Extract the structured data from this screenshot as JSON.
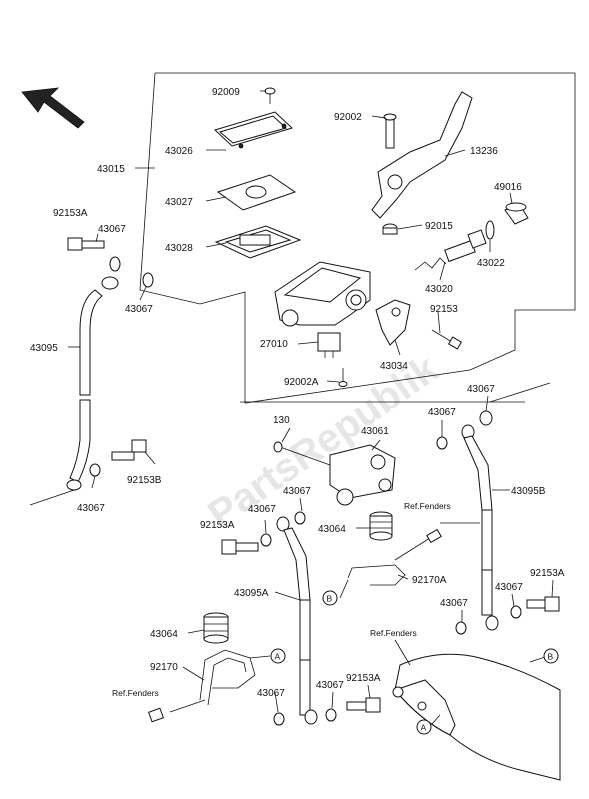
{
  "watermark": "PartsRepublik",
  "labels": {
    "p92009": "92009",
    "p92002": "92002",
    "p43026": "43026",
    "p13236": "13236",
    "p43015": "43015",
    "p43027": "43027",
    "p49016": "49016",
    "p92015": "92015",
    "p43028": "43028",
    "p43022": "43022",
    "p92153A_top": "92153A",
    "p43067_a": "43067",
    "p43020": "43020",
    "p43067_b": "43067",
    "p92153": "92153",
    "p43095": "43095",
    "p27010": "27010",
    "p43034": "43034",
    "p92002A": "92002A",
    "p43067_c": "43067",
    "p130": "130",
    "p43061": "43061",
    "p43067_d": "43067",
    "p43067_e": "43067",
    "p92153B": "92153B",
    "p43095B": "43095B",
    "p43067_f": "43067",
    "p43067_g": "43067",
    "p92153A_mid": "92153A",
    "p43064_a": "43064",
    "p92170A": "92170A",
    "p43095A": "43095A",
    "p92153A_right": "92153A",
    "p43067_h": "43067",
    "p43067_i": "43067",
    "p43064_b": "43064",
    "p92170": "92170",
    "p92153A_bottom": "92153A",
    "p43067_j": "43067",
    "p43067_k": "43067"
  },
  "refs": {
    "ref_fenders_1": "Ref.Fenders",
    "ref_fenders_2": "Ref.Fenders",
    "ref_fenders_3": "Ref.Fenders"
  },
  "markers": {
    "a": "A",
    "b": "B"
  }
}
